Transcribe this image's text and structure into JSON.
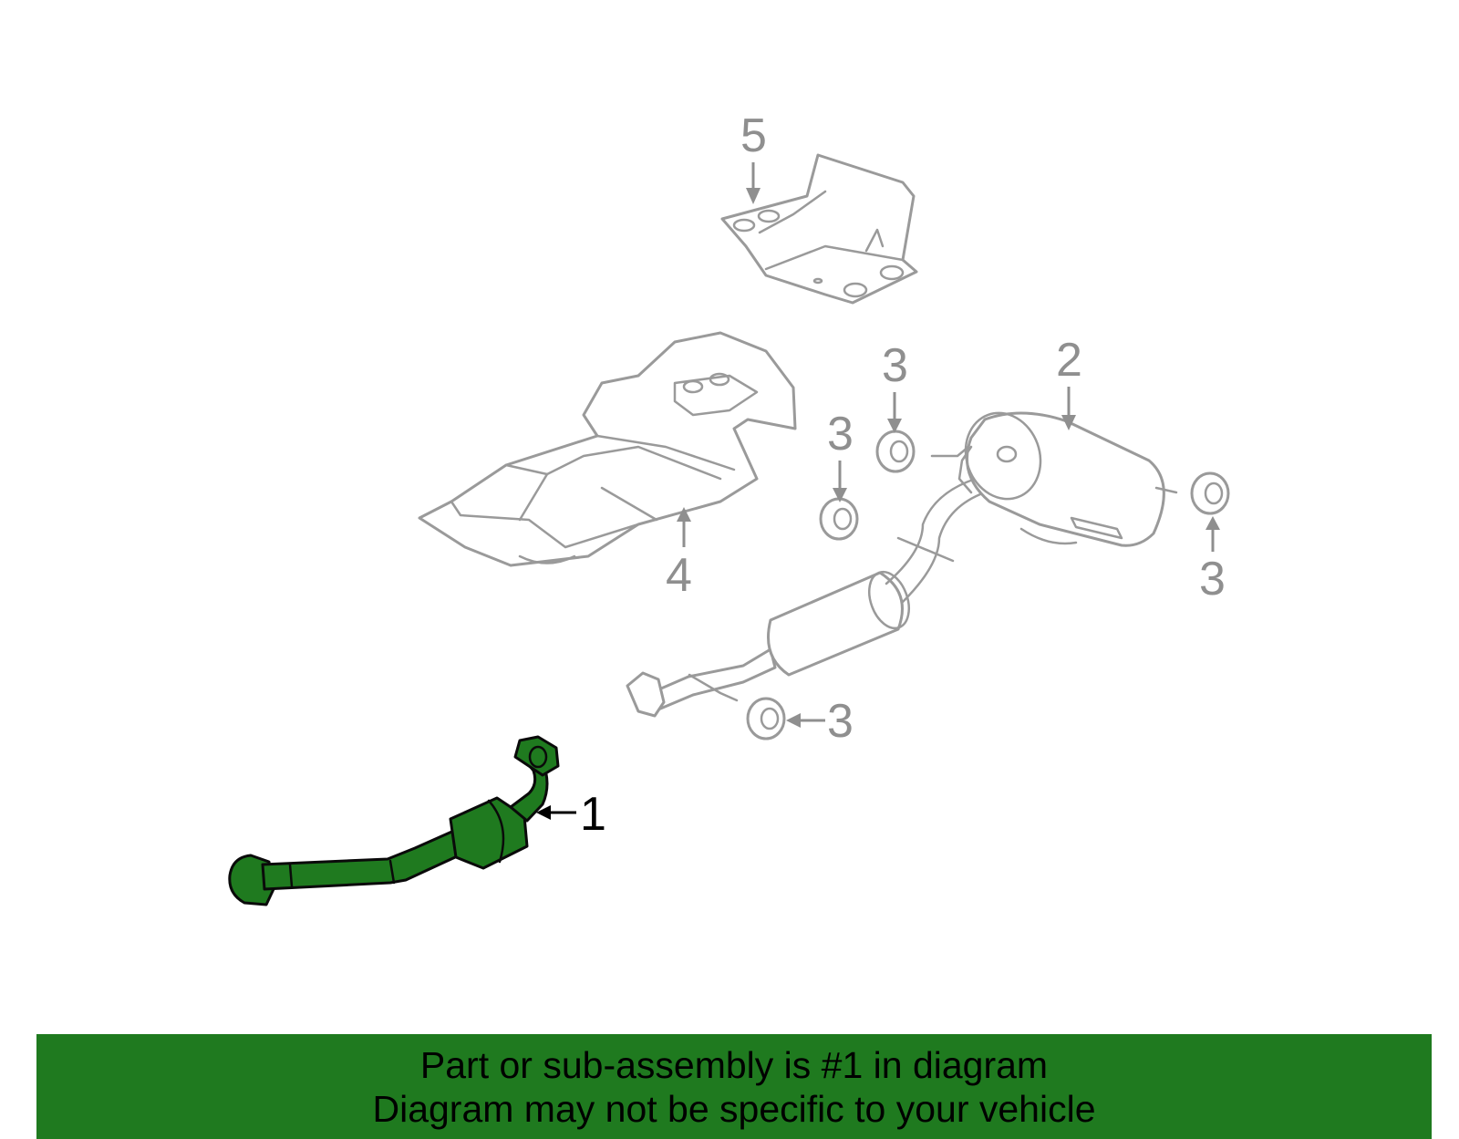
{
  "callouts": {
    "c1": "1",
    "c2": "2",
    "c3a": "3",
    "c3b": "3",
    "c3c": "3",
    "c3d": "3",
    "c4": "4",
    "c5": "5"
  },
  "banner": {
    "line1": "Part or sub-assembly is #1 in diagram",
    "line2": "Diagram may not be specific to your vehicle"
  },
  "colors": {
    "highlight_green": "#1f7a1f",
    "part_gray": "#9a9a9a"
  }
}
